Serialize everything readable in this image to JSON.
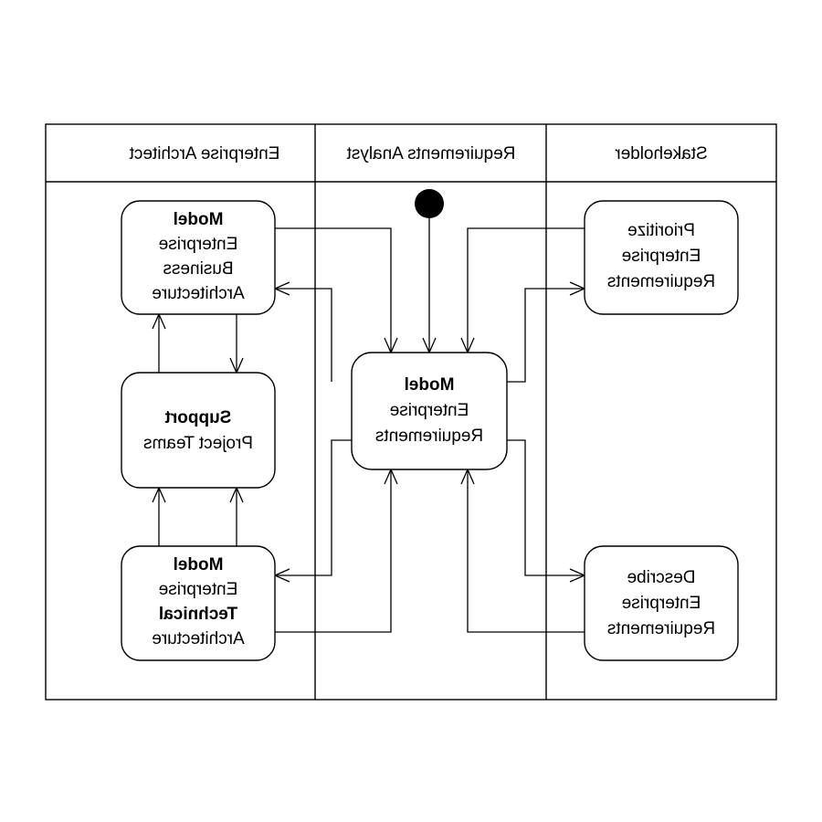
{
  "lanes": [
    {
      "name": "Enterprise Architect"
    },
    {
      "name": "Requirements Analyst"
    },
    {
      "name": "Stakeholder"
    }
  ],
  "nodes": {
    "model_business_arch": {
      "lines": [
        {
          "text": "Model",
          "bold": true
        },
        {
          "text": "Enterprise",
          "bold": false
        },
        {
          "text": "Business",
          "bold": false
        },
        {
          "text": "Architecture",
          "bold": false
        }
      ]
    },
    "support_project_teams": {
      "lines": [
        {
          "text": "Support",
          "bold": true
        },
        {
          "text": "Project Teams",
          "bold": false
        }
      ]
    },
    "model_technical_arch": {
      "lines": [
        {
          "text": "Model",
          "bold": true
        },
        {
          "text": "Enterprise",
          "bold": false
        },
        {
          "text": "Technical",
          "bold": true
        },
        {
          "text": "Architecture",
          "bold": false
        }
      ]
    },
    "model_requirements": {
      "lines": [
        {
          "text": "Model",
          "bold": true
        },
        {
          "text": "Enterprise",
          "bold": false
        },
        {
          "text": "Requirements",
          "bold": false
        }
      ]
    },
    "prioritize_requirements": {
      "lines": [
        {
          "text": "Prioritize",
          "bold": false
        },
        {
          "text": "Enterprise",
          "bold": false
        },
        {
          "text": "Requirements",
          "bold": false
        }
      ]
    },
    "describe_requirements": {
      "lines": [
        {
          "text": "Describe",
          "bold": false
        },
        {
          "text": "Enterprise",
          "bold": false
        },
        {
          "text": "Requirements",
          "bold": false
        }
      ]
    }
  }
}
